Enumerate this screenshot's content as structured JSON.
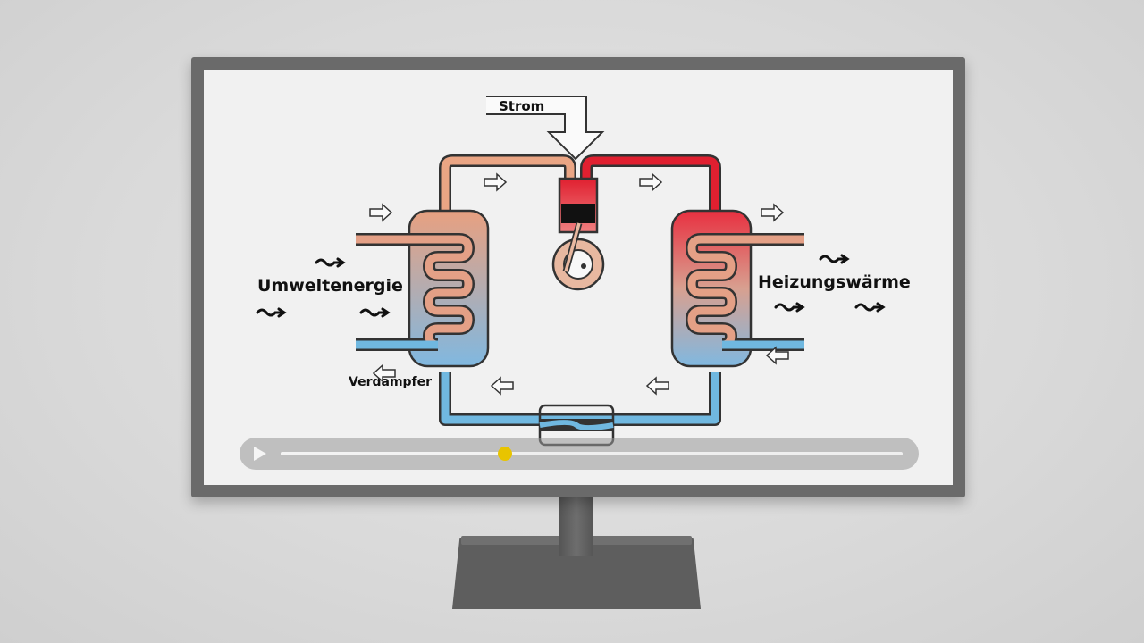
{
  "diagram": {
    "labels": {
      "power": "Strom",
      "ambient_energy": "Umweltenergie",
      "heating_heat": "Heizungswärme",
      "evaporator": "Verdampfer"
    },
    "colors": {
      "hot": "#e02030",
      "warm": "#e8a080",
      "cold": "#70b8e0",
      "outline": "#333333"
    }
  },
  "player": {
    "progress": 0.36,
    "accent_color": "#e8c400",
    "play_icon": "play-icon"
  }
}
